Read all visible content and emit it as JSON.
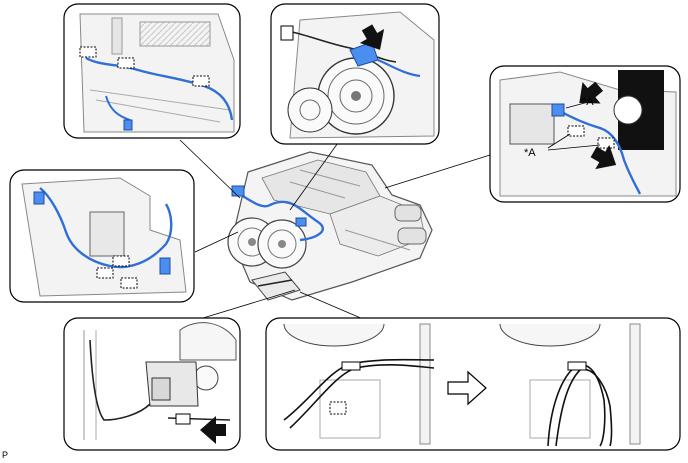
{
  "callouts": {
    "marker_a_upper": "*A",
    "marker_a_lower": "*A"
  },
  "figure_code": "P",
  "colors": {
    "harness_blue": "#2f6fd6",
    "clip_blue": "#4a8ef0",
    "line_gray": "#9a9a9a",
    "panel_border": "#000000"
  },
  "icons": [
    "arrow-right-icon",
    "black-pointer-arrow-icon",
    "clip-marker-icon"
  ]
}
